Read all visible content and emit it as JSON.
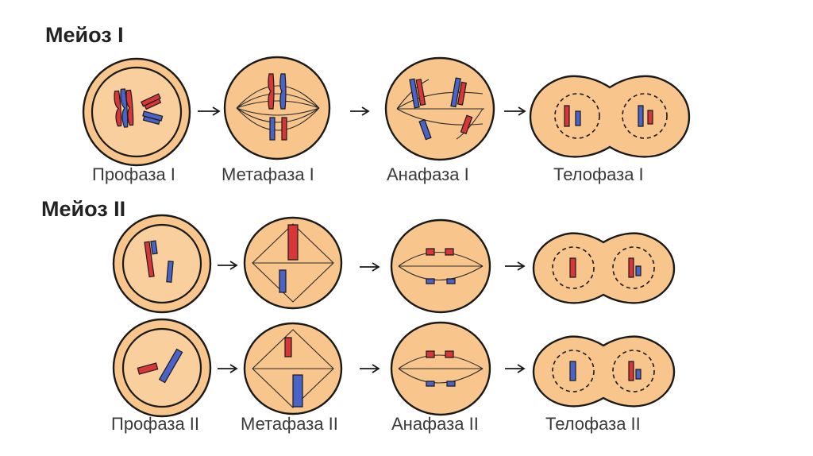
{
  "titles": {
    "meiosis1": "Мейоз I",
    "meiosis2": "Мейоз II"
  },
  "labels": {
    "prophase1": "Профаза I",
    "metaphase1": "Метафаза I",
    "anaphase1": "Анафаза I",
    "telophase1": "Телофаза I",
    "prophase2": "Профаза II",
    "metaphase2": "Метафаза II",
    "anaphase2": "Анафаза II",
    "telophase2": "Телофаза II"
  },
  "colors": {
    "cytoplasm": "#f8c68c",
    "nucleus": "#f9cf9e",
    "maternal_chromosome": "#d8373a",
    "paternal_chromosome": "#4a63c9",
    "outline": "#1a1a1a"
  }
}
